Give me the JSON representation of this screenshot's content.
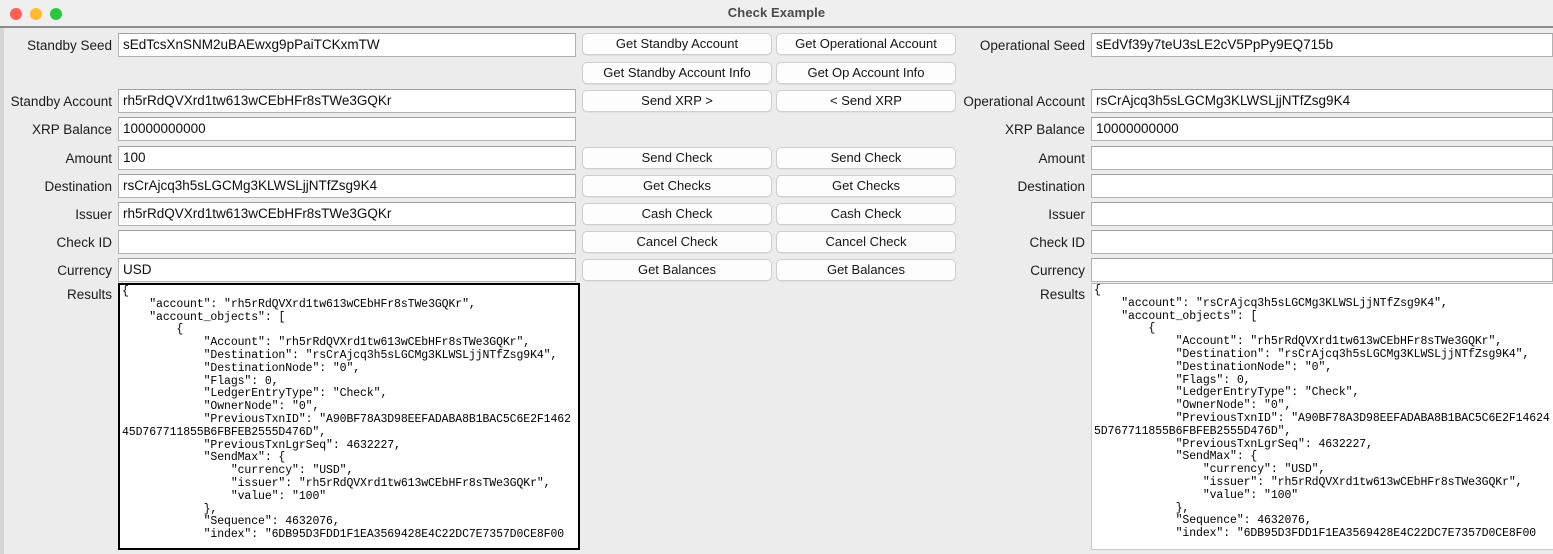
{
  "window": {
    "title": "Check Example",
    "controls": [
      "close-button",
      "minimize-button",
      "zoom-button"
    ]
  },
  "standby": {
    "labels": {
      "seed": "Standby Seed",
      "account": "Standby Account",
      "xrp_balance": "XRP Balance",
      "amount": "Amount",
      "destination": "Destination",
      "issuer": "Issuer",
      "check_id": "Check ID",
      "currency": "Currency",
      "results": "Results"
    },
    "values": {
      "seed": "sEdTcsXnSNM2uBAEwxg9pPaiTCKxmTW",
      "account": "rh5rRdQVXrd1tw613wCEbHFr8sTWe3GQKr",
      "xrp_balance": "10000000000",
      "amount": "100",
      "destination": "rsCrAjcq3h5sLGCMg3KLWSLjjNTfZsg9K4",
      "issuer": "rh5rRdQVXrd1tw613wCEbHFr8sTWe3GQKr",
      "check_id": "",
      "currency": "USD",
      "results": "{\n    \"account\": \"rh5rRdQVXrd1tw613wCEbHFr8sTWe3GQKr\",\n    \"account_objects\": [\n        {\n            \"Account\": \"rh5rRdQVXrd1tw613wCEbHFr8sTWe3GQKr\",\n            \"Destination\": \"rsCrAjcq3h5sLGCMg3KLWSLjjNTfZsg9K4\",\n            \"DestinationNode\": \"0\",\n            \"Flags\": 0,\n            \"LedgerEntryType\": \"Check\",\n            \"OwnerNode\": \"0\",\n            \"PreviousTxnID\": \"A90BF78A3D98EEFADABA8B1BAC5C6E2F146245D767711855B6FBFEB2555D476D\",\n            \"PreviousTxnLgrSeq\": 4632227,\n            \"SendMax\": {\n                \"currency\": \"USD\",\n                \"issuer\": \"rh5rRdQVXrd1tw613wCEbHFr8sTWe3GQKr\",\n                \"value\": \"100\"\n            },\n            \"Sequence\": 4632076,\n            \"index\": \"6DB95D3FDD1F1EA3569428E4C22DC7E7357D0CE8F00"
    }
  },
  "operational": {
    "labels": {
      "seed": "Operational Seed",
      "account": "Operational Account",
      "xrp_balance": "XRP Balance",
      "amount": "Amount",
      "destination": "Destination",
      "issuer": "Issuer",
      "check_id": "Check ID",
      "currency": "Currency",
      "results": "Results"
    },
    "values": {
      "seed": "sEdVf39y7teU3sLE2cV5PpPy9EQ715b",
      "account": "rsCrAjcq3h5sLGCMg3KLWSLjjNTfZsg9K4",
      "xrp_balance": "10000000000",
      "amount": "",
      "destination": "",
      "issuer": "",
      "check_id": "",
      "currency": "",
      "results": "{\n    \"account\": \"rsCrAjcq3h5sLGCMg3KLWSLjjNTfZsg9K4\",\n    \"account_objects\": [\n        {\n            \"Account\": \"rh5rRdQVXrd1tw613wCEbHFr8sTWe3GQKr\",\n            \"Destination\": \"rsCrAjcq3h5sLGCMg3KLWSLjjNTfZsg9K4\",\n            \"DestinationNode\": \"0\",\n            \"Flags\": 0,\n            \"LedgerEntryType\": \"Check\",\n            \"OwnerNode\": \"0\",\n            \"PreviousTxnID\": \"A90BF78A3D98EEFADABA8B1BAC5C6E2F146245D767711855B6FBFEB2555D476D\",\n            \"PreviousTxnLgrSeq\": 4632227,\n            \"SendMax\": {\n                \"currency\": \"USD\",\n                \"issuer\": \"rh5rRdQVXrd1tw613wCEbHFr8sTWe3GQKr\",\n                \"value\": \"100\"\n            },\n            \"Sequence\": 4632076,\n            \"index\": \"6DB95D3FDD1F1EA3569428E4C22DC7E7357D0CE8F00"
    }
  },
  "buttons": {
    "left_column": [
      "Get Standby Account",
      "Get Standby Account Info",
      "Send XRP >",
      "Send  Check",
      "Get Checks",
      "Cash  Check",
      "Cancel  Check",
      "Get Balances"
    ],
    "right_column": [
      "Get Operational Account",
      "Get Op Account Info",
      "< Send XRP",
      "Send Check",
      "Get Checks",
      "Cash Check",
      "Cancel Check",
      "Get Balances"
    ]
  },
  "colors": {
    "window_background": "#ececec",
    "titlebar_background": "#f0eff0",
    "field_background": "#ffffff",
    "button_background": "#fdfdfd",
    "focus_border": "#000000",
    "close": "#ff5f57",
    "minimize": "#febc2e",
    "zoom": "#28c840"
  }
}
